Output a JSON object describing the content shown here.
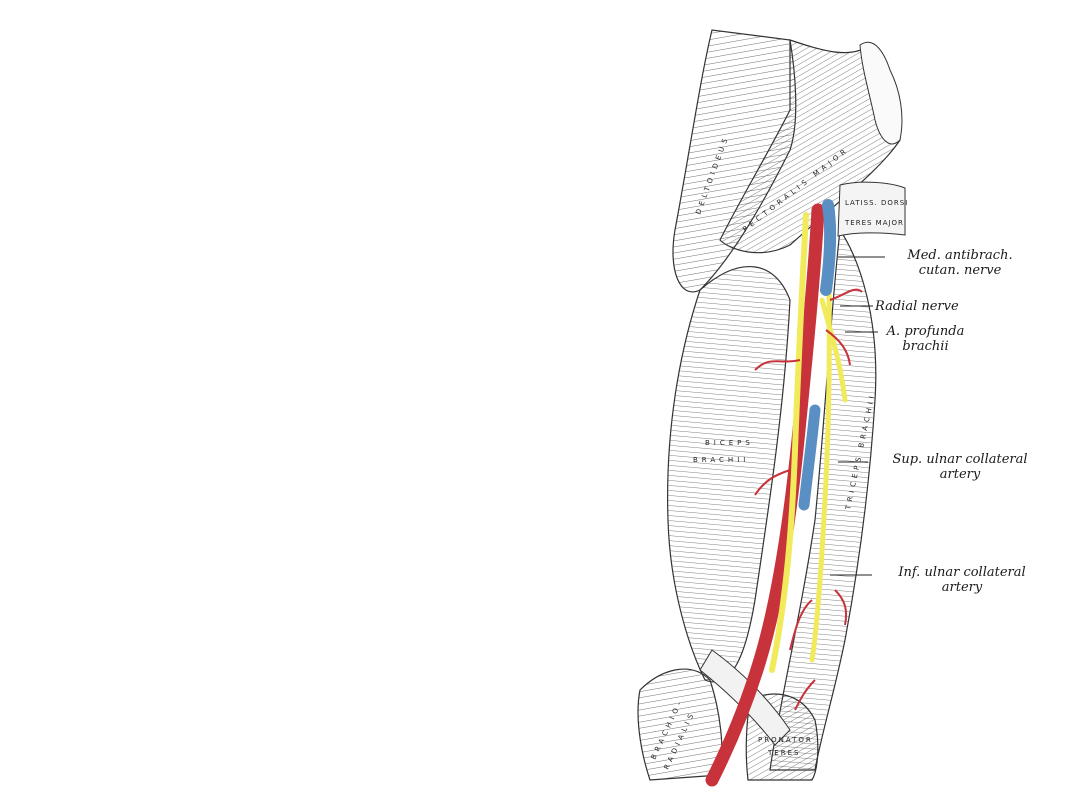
{
  "figure": {
    "labels": {
      "med_antibrach_line1": "Med. antibrach.",
      "med_antibrach_line2": "cutan. nerve",
      "radial_nerve": "Radial nerve",
      "profunda_line1": "A. profunda",
      "profunda_line2": "brachii",
      "sup_ulnar_line1": "Sup. ulnar collateral",
      "sup_ulnar_line2": "artery",
      "inf_ulnar_line1": "Inf. ulnar collateral",
      "inf_ulnar_line2": "artery"
    },
    "muscle_labels": {
      "deltoideus": "DELTOIDEUS",
      "pectoralis": "PECTORALIS MAJOR",
      "latiss": "LATISS. DORSI",
      "teres": "TERES MAJOR",
      "biceps1": "BICEPS",
      "biceps2": "BRACHII",
      "triceps": "TRICEPS BRACHII",
      "brachio": "BRACHIO-",
      "radialis": "RADIALIS",
      "pronator": "PRONATOR",
      "teres2": "TERES"
    },
    "colors": {
      "artery": "#c8323a",
      "nerve": "#f1ea5a",
      "vein": "#5a8fc4",
      "muscle_line": "#3a3a3a"
    }
  }
}
